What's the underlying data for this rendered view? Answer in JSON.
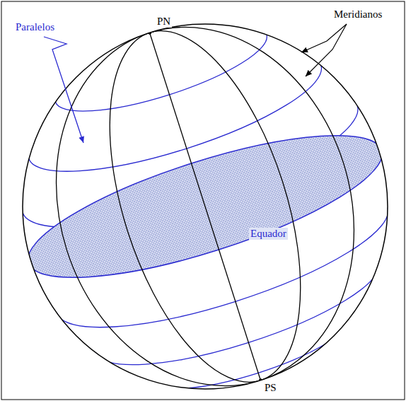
{
  "diagram": {
    "labels": [
      "Paralelos",
      "Meridianos",
      "PN",
      "Equador",
      "PS"
    ]
  }
}
